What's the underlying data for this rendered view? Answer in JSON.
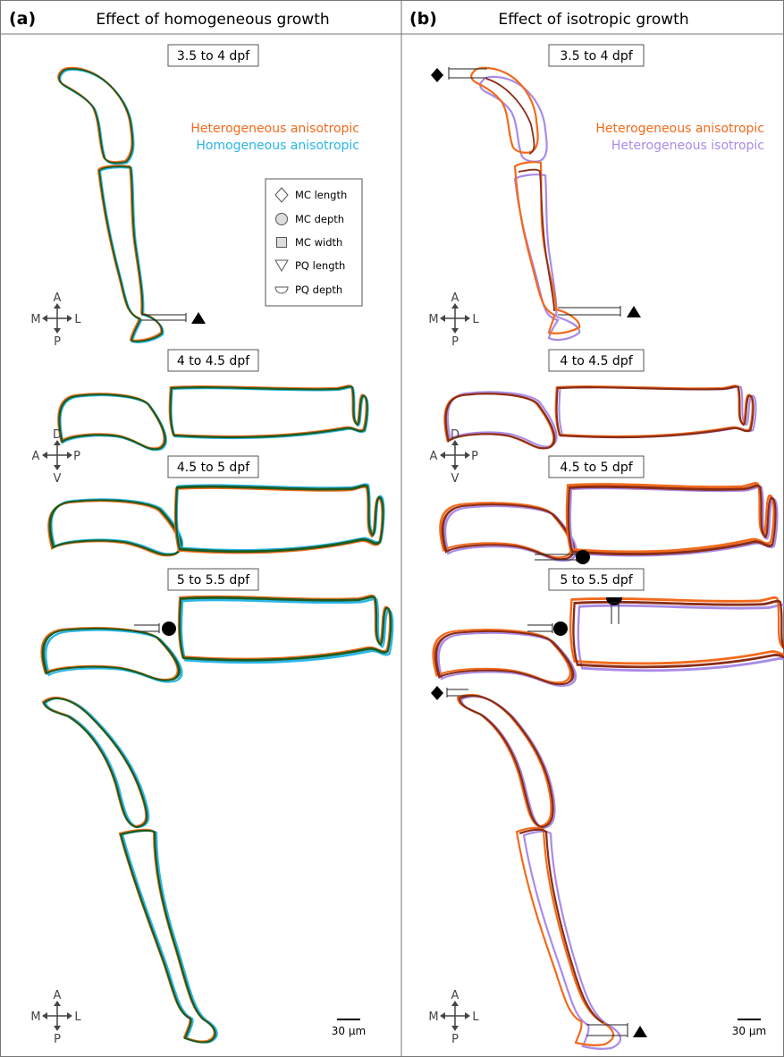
{
  "panels": {
    "a": {
      "letter": "(a)",
      "title": "Effect of homogeneous growth"
    },
    "b": {
      "letter": "(b)",
      "title": "Effect of isotropic growth"
    }
  },
  "stages": [
    "3.5 to 4 dpf",
    "4 to 4.5 dpf",
    "4.5 to 5 dpf",
    "5 to 5.5 dpf"
  ],
  "color_legend": {
    "a": [
      {
        "label": "Heterogeneous anisotropic",
        "color": "#f26a1b"
      },
      {
        "label": "Homogeneous anisotropic",
        "color": "#29b6e8"
      }
    ],
    "b": [
      {
        "label": "Heterogeneous anisotropic",
        "color": "#f26a1b"
      },
      {
        "label": "Heterogeneous isotropic",
        "color": "#a98be8"
      }
    ]
  },
  "marker_legend": [
    {
      "label": "MC length",
      "icon": "diamond-icon"
    },
    {
      "label": "MC depth",
      "icon": "circle-icon"
    },
    {
      "label": "MC width",
      "icon": "square-icon"
    },
    {
      "label": "PQ length",
      "icon": "down-triangle-icon"
    },
    {
      "label": "PQ depth",
      "icon": "half-circle-icon"
    }
  ],
  "axes": {
    "ventral": {
      "up": "A",
      "down": "P",
      "left": "M",
      "right": "L"
    },
    "lateral": {
      "up": "D",
      "down": "V",
      "left": "A",
      "right": "P"
    }
  },
  "scale_bar": "30 μm",
  "colors": {
    "overlap_a": "#1e5c1e",
    "overlap_b": "#8b2d17",
    "border": "#777777"
  }
}
